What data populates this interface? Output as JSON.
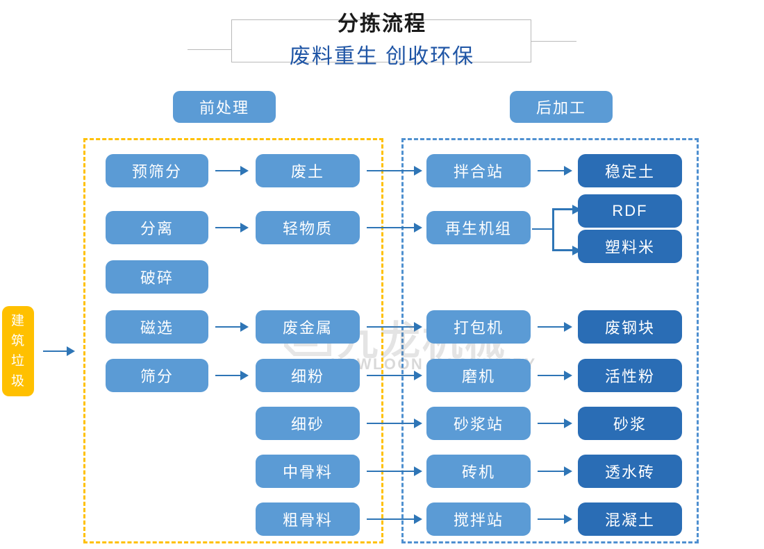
{
  "header": {
    "title": "分拣流程",
    "subtitle": "废料重生 创收环保"
  },
  "watermark": {
    "cn": "九龙机械",
    "en": "KOWLOON MACHINERY"
  },
  "sections": {
    "pre": {
      "label": "前处理",
      "frame_color": "#ffc000"
    },
    "post": {
      "label": "后加工",
      "frame_color": "#4f90d0"
    }
  },
  "input": {
    "label": "建筑垃圾",
    "color": "#ffc000"
  },
  "colors": {
    "node_light": "#5b9bd5",
    "node_dark": "#2a6db5",
    "arrow": "#2e75b6",
    "subtitle": "#1f55a5"
  },
  "columns": {
    "pre_process": [
      {
        "label": "预筛分"
      },
      {
        "label": "分离"
      },
      {
        "label": "破碎"
      },
      {
        "label": "磁选"
      },
      {
        "label": "筛分"
      }
    ],
    "pre_output": [
      {
        "label": "废土"
      },
      {
        "label": "轻物质"
      },
      {
        "label": "废金属"
      },
      {
        "label": "细粉"
      },
      {
        "label": "细砂"
      },
      {
        "label": "中骨料"
      },
      {
        "label": "粗骨料"
      }
    ],
    "post_process": [
      {
        "label": "拌合站"
      },
      {
        "label": "再生机组"
      },
      {
        "label": "打包机"
      },
      {
        "label": "磨机"
      },
      {
        "label": "砂浆站"
      },
      {
        "label": "砖机"
      },
      {
        "label": "搅拌站"
      }
    ],
    "post_output": [
      {
        "label": "稳定土"
      },
      {
        "label": "RDF"
      },
      {
        "label": "塑料米"
      },
      {
        "label": "废钢块"
      },
      {
        "label": "活性粉"
      },
      {
        "label": "砂浆"
      },
      {
        "label": "透水砖"
      },
      {
        "label": "混凝土"
      }
    ]
  }
}
